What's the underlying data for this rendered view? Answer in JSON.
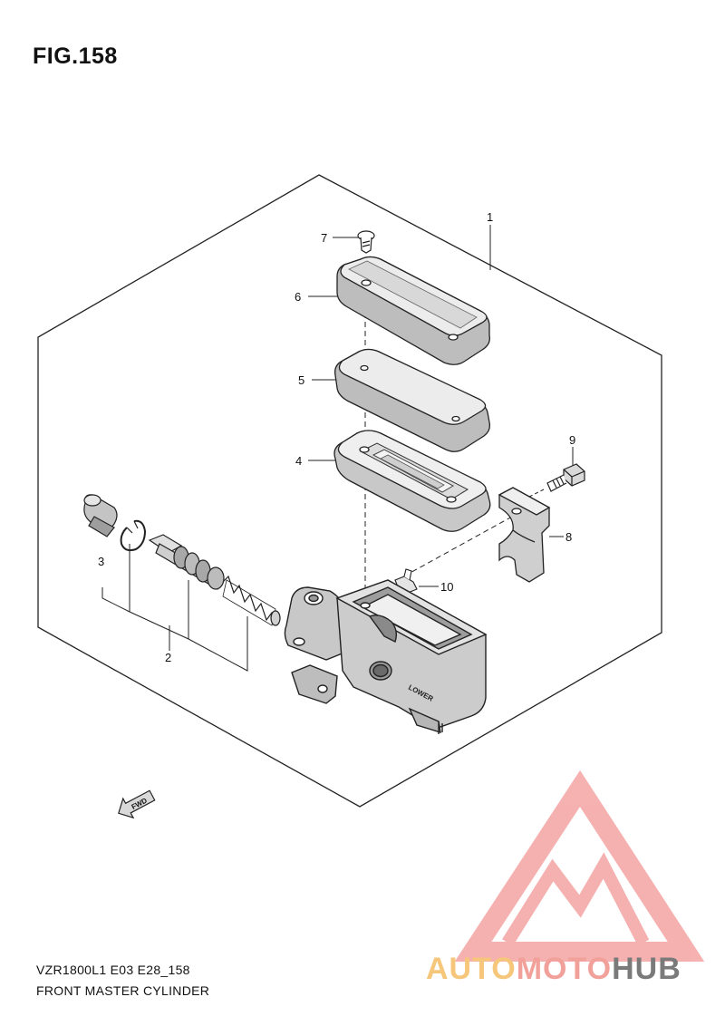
{
  "figure": {
    "title": "FIG.158",
    "model_code": "VZR1800L1 E03 E28_158",
    "caption": "FRONT MASTER CYLINDER"
  },
  "callouts": {
    "c1": "1",
    "c2": "2",
    "c3": "3",
    "c4": "4",
    "c5": "5",
    "c6": "6",
    "c7": "7",
    "c8": "8",
    "c9": "9",
    "c10": "10"
  },
  "fwd_badge": "FWD",
  "body_marking": "LOWER",
  "watermark": {
    "part1": "AUTO",
    "part2": "MOTO",
    "part3": "HUB",
    "colors": {
      "auto": "#f6c67a",
      "moto": "#f2a19a",
      "hub": "#7a7a7a",
      "logo": "#f4a3a3"
    }
  }
}
